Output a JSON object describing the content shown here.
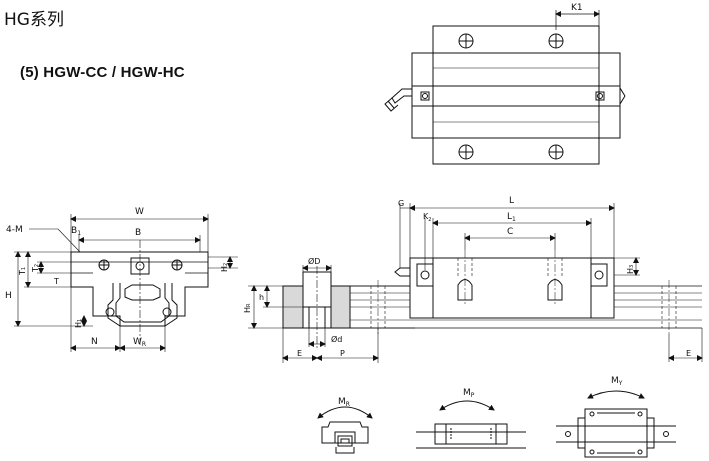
{
  "header": {
    "series_title": "HG系列",
    "model_title": "(5) HGW-CC / HGW-HC"
  },
  "top_view": {
    "labels": {
      "k1": "K1"
    }
  },
  "front_view": {
    "labels": {
      "w": "W",
      "b": "B",
      "b1": "B",
      "b1_sub": "1",
      "four_m": "4-M",
      "t": "T",
      "t1": "T",
      "t1_sub": "1",
      "t2": "T",
      "t2_sub": "2",
      "h": "H",
      "h1": "H",
      "h1_sub": "1",
      "h2": "H",
      "h2_sub": "2",
      "n": "N",
      "wr": "W",
      "wr_sub": "R"
    }
  },
  "rail_section": {
    "labels": {
      "od": "ØD",
      "hr": "H",
      "hr_sub": "R",
      "h_small": "h",
      "e": "E",
      "od_small": "Ød",
      "p": "P"
    }
  },
  "side_view": {
    "labels": {
      "g": "G",
      "l": "L",
      "k2": "K",
      "k2_sub": "2",
      "l1": "L",
      "l1_sub": "1",
      "c": "C",
      "h3": "H",
      "h3_sub": "3",
      "e": "E"
    }
  },
  "moment_icons": {
    "mr": "M",
    "mr_sub": "R",
    "mp": "M",
    "mp_sub": "P",
    "my": "M",
    "my_sub": "Y"
  },
  "colors": {
    "line": "#111111",
    "rail_fill": "#d9d9d9",
    "background": "#ffffff"
  }
}
